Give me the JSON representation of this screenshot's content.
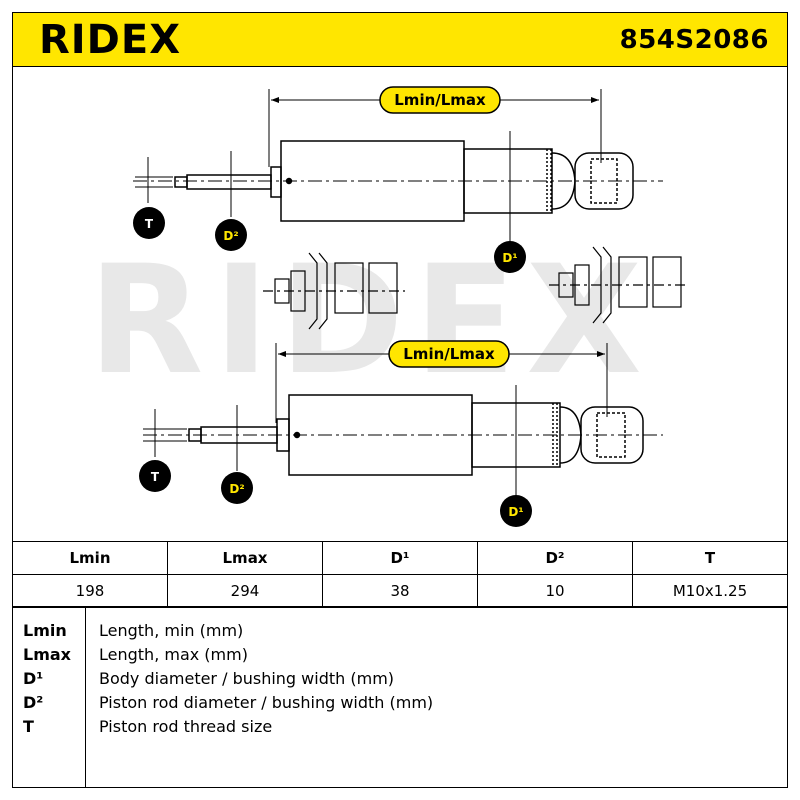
{
  "header": {
    "brand": "RIDEX",
    "part_number": "854S2086",
    "background_color": "#ffe600"
  },
  "drawing": {
    "dimension_label_top": "Lmin/Lmax",
    "dimension_label_bottom": "Lmin/Lmax",
    "badge_t": "T",
    "badge_d2": "D²",
    "badge_d1": "D¹",
    "watermark": "RIDEX"
  },
  "specs": {
    "headers": [
      "Lmin",
      "Lmax",
      "D¹",
      "D²",
      "T"
    ],
    "values": [
      "198",
      "294",
      "38",
      "10",
      "M10x1.25"
    ]
  },
  "legend": [
    {
      "key": "Lmin",
      "desc": "Length, min (mm)"
    },
    {
      "key": "Lmax",
      "desc": "Length, max (mm)"
    },
    {
      "key": "D¹",
      "desc": "Body diameter / bushing width (mm)"
    },
    {
      "key": "D²",
      "desc": "Piston rod diameter / bushing width (mm)"
    },
    {
      "key": "T",
      "desc": "Piston rod thread size"
    }
  ]
}
